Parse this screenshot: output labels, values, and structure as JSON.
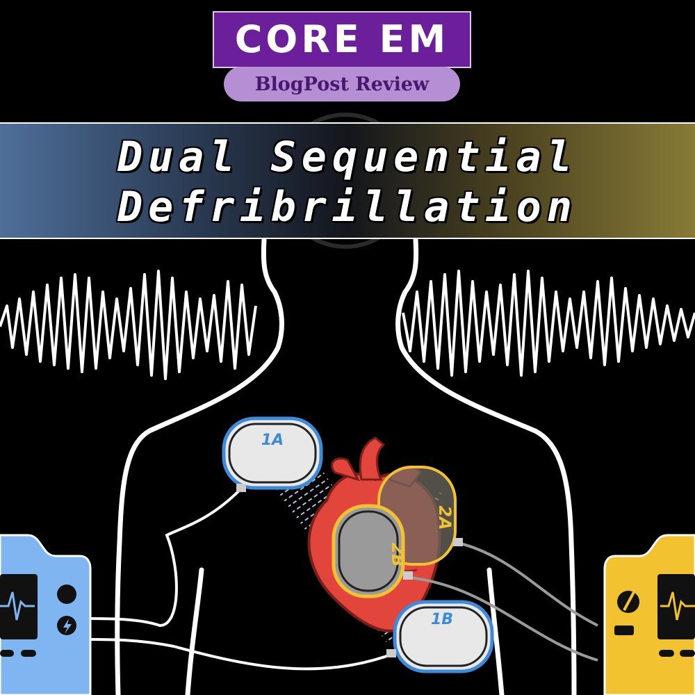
{
  "logo": {
    "brand": "CORE EM",
    "subtitle": "BlogPost Review"
  },
  "title": {
    "line1": "Dual Sequential",
    "line2": "Defribrillation"
  },
  "pads": {
    "pad_1a": "1A",
    "pad_1b": "1B",
    "pad_2a": "2A",
    "pad_2b": "2B"
  },
  "colors": {
    "brand_purple": "#6c1f9a",
    "pill_lavender": "#b58fd4",
    "defib_blue": "#7fb5f0",
    "defib_yellow": "#f2c230",
    "heart_red": "#e2453c",
    "pad_gray": "#e8e8e8"
  },
  "icons": {
    "left_device": "defibrillator-monitor-icon",
    "right_device": "defibrillator-monitor-icon",
    "heart": "anatomical-heart-icon",
    "rhythm": "ventricular-fibrillation-waveform"
  }
}
